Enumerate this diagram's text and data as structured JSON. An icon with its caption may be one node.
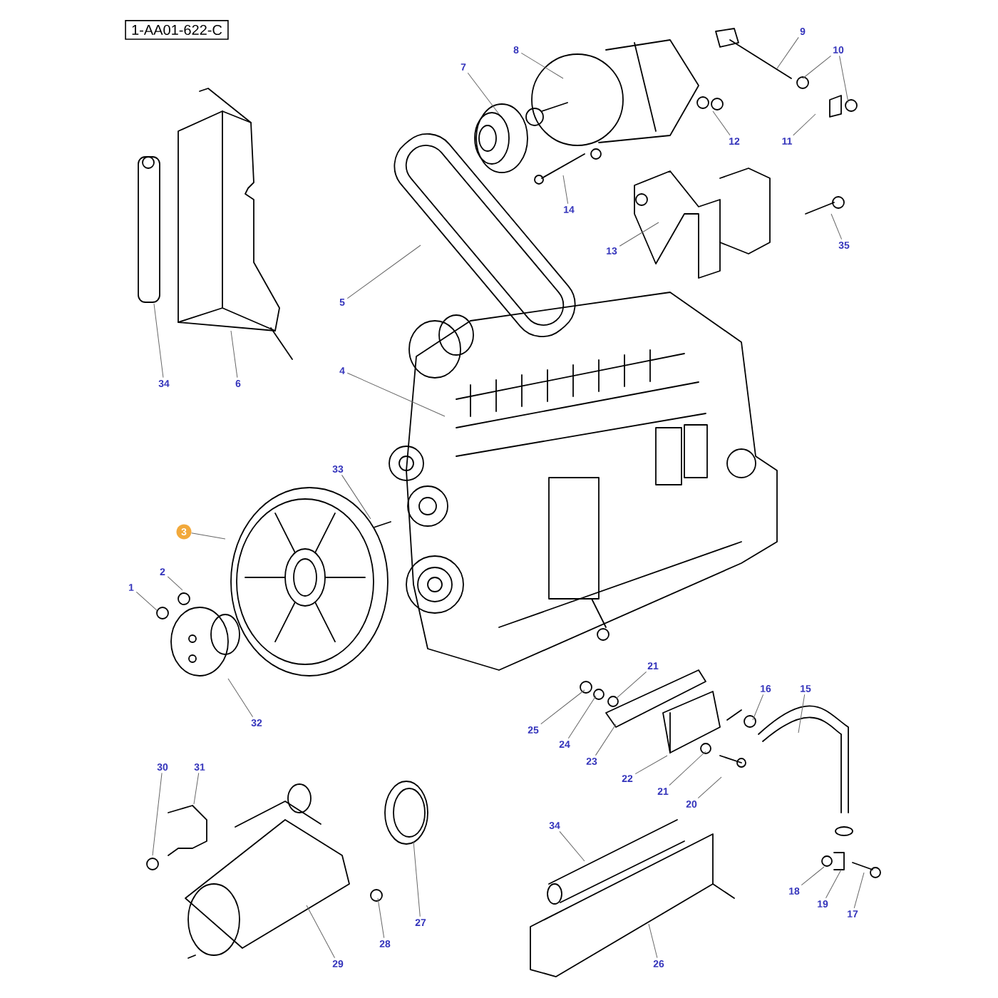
{
  "diagram": {
    "nodes": [
      {
        "text": [
          "1-AA01-622-C"
        ]
      },
      {
        "text": [
          "9"
        ]
      },
      {
        "text": [
          "10"
        ]
      },
      {
        "text": [
          "8"
        ]
      },
      {
        "text": [
          "7"
        ]
      },
      {
        "text": [
          "12"
        ]
      },
      {
        "text": [
          "11"
        ]
      },
      {
        "text": [
          "14"
        ]
      },
      {
        "text": [
          "35"
        ]
      },
      {
        "text": [
          "13"
        ]
      },
      {
        "text": [
          "5"
        ]
      },
      {
        "text": [
          "4"
        ]
      },
      {
        "text": [
          "34"
        ]
      },
      {
        "text": [
          "6"
        ]
      },
      {
        "text": [
          "33"
        ]
      },
      {
        "text": [
          "3"
        ]
      },
      {
        "text": [
          "2"
        ]
      },
      {
        "text": [
          "1"
        ]
      },
      {
        "text": [
          "21"
        ]
      },
      {
        "text": [
          "16"
        ]
      },
      {
        "text": [
          "15"
        ]
      },
      {
        "text": [
          "32"
        ]
      },
      {
        "text": [
          "25"
        ]
      },
      {
        "text": [
          "24"
        ]
      },
      {
        "text": [
          "23"
        ]
      },
      {
        "text": [
          "30"
        ]
      },
      {
        "text": [
          "31"
        ]
      },
      {
        "text": [
          "22"
        ]
      },
      {
        "text": [
          "21"
        ]
      },
      {
        "text": [
          "20"
        ]
      },
      {
        "text": [
          "34"
        ]
      },
      {
        "text": [
          "18"
        ]
      },
      {
        "text": [
          "19"
        ]
      },
      {
        "text": [
          "17"
        ]
      },
      {
        "text": [
          "27"
        ]
      },
      {
        "text": [
          "28"
        ]
      },
      {
        "text": [
          "29"
        ]
      },
      {
        "text": [
          "26"
        ]
      }
    ],
    "edges": [
      {
        "from": 1,
        "to": null,
        "arrow": "none"
      },
      {
        "from": 2,
        "to": null,
        "arrow": "none"
      },
      {
        "from": 2,
        "to": null,
        "arrow": "none"
      },
      {
        "from": 3,
        "to": null,
        "arrow": "none"
      },
      {
        "from": 4,
        "to": null,
        "arrow": "none"
      },
      {
        "from": 5,
        "to": null,
        "arrow": "none"
      },
      {
        "from": 6,
        "to": null,
        "arrow": "none"
      },
      {
        "from": 7,
        "to": null,
        "arrow": "none"
      },
      {
        "from": 8,
        "to": null,
        "arrow": "none"
      },
      {
        "from": 9,
        "to": null,
        "arrow": "none"
      },
      {
        "from": 10,
        "to": null,
        "arrow": "none"
      },
      {
        "from": 11,
        "to": null,
        "arrow": "none"
      },
      {
        "from": 12,
        "to": null,
        "arrow": "none"
      },
      {
        "from": 13,
        "to": null,
        "arrow": "none"
      },
      {
        "from": 14,
        "to": null,
        "arrow": "none"
      },
      {
        "from": 15,
        "to": null,
        "arrow": "none"
      },
      {
        "from": 16,
        "to": null,
        "arrow": "none"
      },
      {
        "from": 17,
        "to": null,
        "arrow": "none"
      },
      {
        "from": 18,
        "to": null,
        "arrow": "none"
      },
      {
        "from": 19,
        "to": null,
        "arrow": "none"
      },
      {
        "from": 20,
        "to": null,
        "arrow": "none"
      },
      {
        "from": 21,
        "to": null,
        "arrow": "none"
      },
      {
        "from": 22,
        "to": null,
        "arrow": "none"
      },
      {
        "from": 23,
        "to": null,
        "arrow": "none"
      },
      {
        "from": 24,
        "to": null,
        "arrow": "none"
      },
      {
        "from": 25,
        "to": null,
        "arrow": "none"
      },
      {
        "from": 26,
        "to": null,
        "arrow": "none"
      },
      {
        "from": 27,
        "to": null,
        "arrow": "none"
      },
      {
        "from": 28,
        "to": null,
        "arrow": "none"
      },
      {
        "from": 29,
        "to": null,
        "arrow": "none"
      },
      {
        "from": 30,
        "to": null,
        "arrow": "none"
      },
      {
        "from": 31,
        "to": null,
        "arrow": "none"
      },
      {
        "from": 32,
        "to": null,
        "arrow": "none"
      },
      {
        "from": 33,
        "to": null,
        "arrow": "none"
      },
      {
        "from": 34,
        "to": null,
        "arrow": "none"
      },
      {
        "from": 35,
        "to": null,
        "arrow": "none"
      },
      {
        "from": 36,
        "to": null,
        "arrow": "none"
      },
      {
        "from": 37,
        "to": null,
        "arrow": "none"
      }
    ]
  }
}
